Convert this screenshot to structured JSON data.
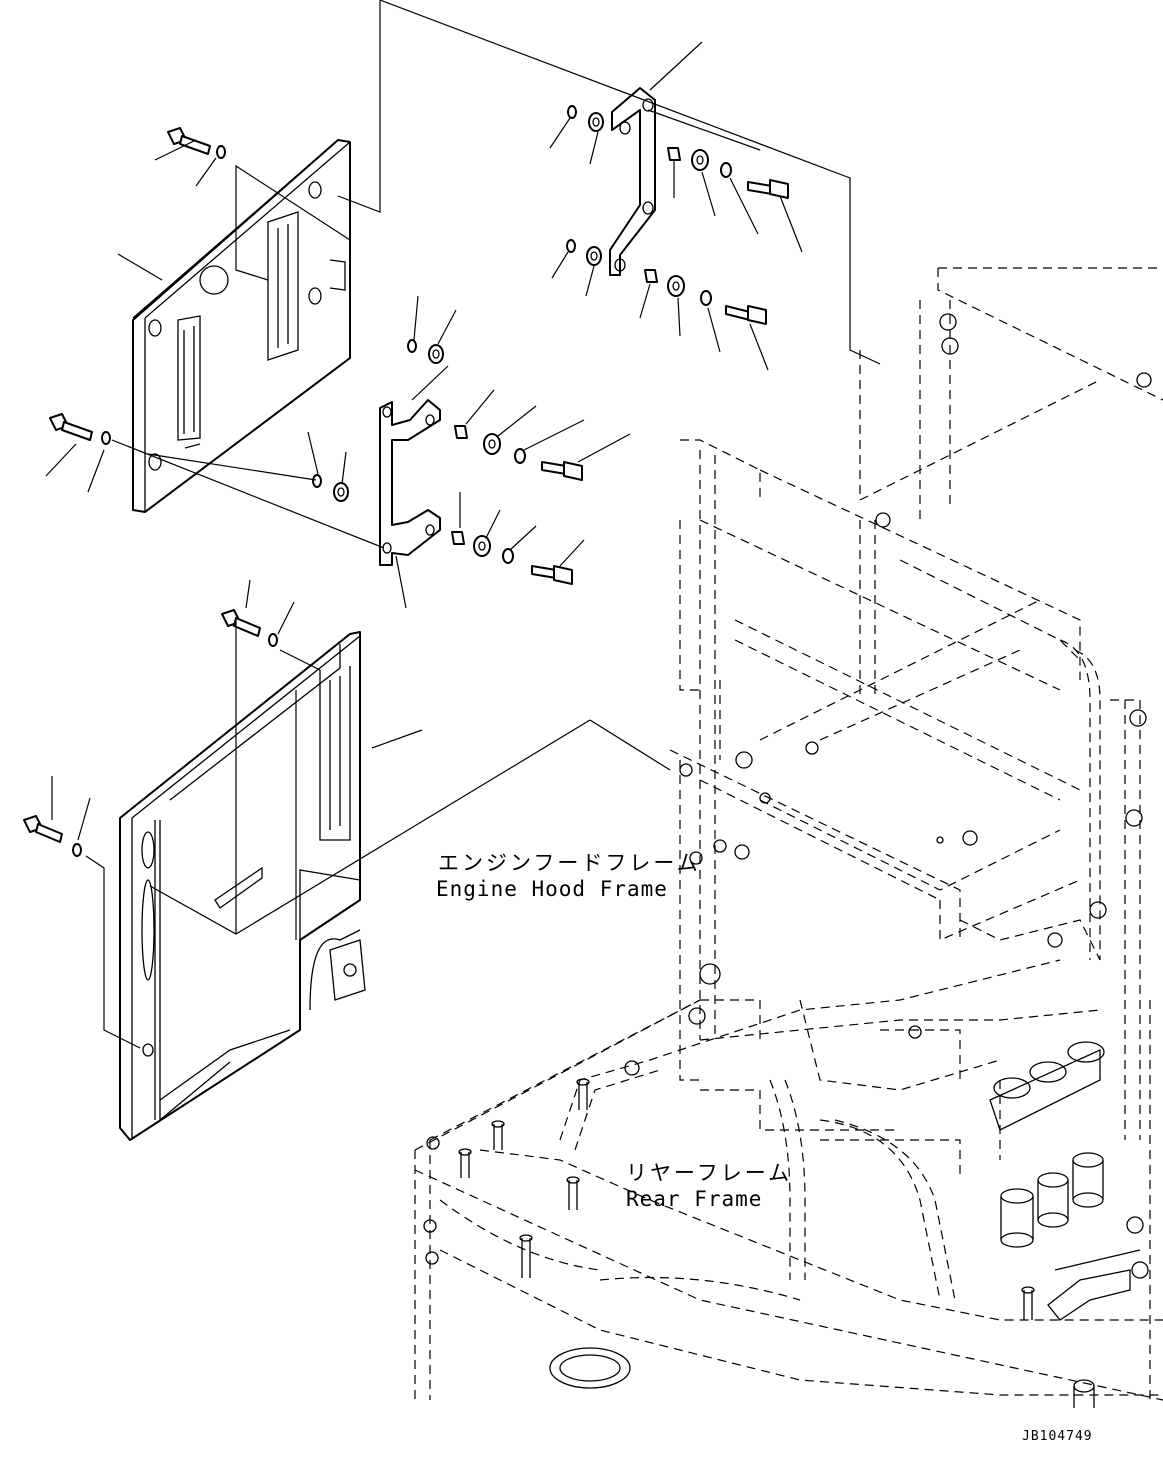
{
  "labels": {
    "engine_hood_frame_jp": "エンジンフードフレーム",
    "engine_hood_frame_en": "Engine Hood Frame",
    "rear_frame_jp": "リヤーフレーム",
    "rear_frame_en": "Rear Frame",
    "drawing_id": "JB104749"
  }
}
